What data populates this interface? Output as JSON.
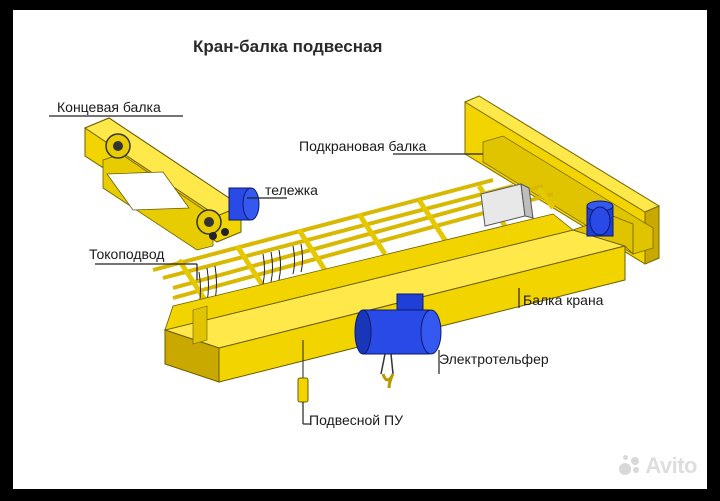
{
  "title": "Кран-балка подвесная",
  "labels": {
    "end_beam": "Концевая балка",
    "runway_beam": "Подкрановая балка",
    "trolley": "тележка",
    "power_supply": "Токоподвод",
    "crane_beam": "Балка крана",
    "electric_hoist": "Электротельфер",
    "pendant_control": "Подвесной ПУ"
  },
  "watermark": {
    "brand": "Avito",
    "icon": "avito-logo"
  },
  "colors": {
    "beam_yellow": "#f2d500",
    "beam_shadow": "#c9a800",
    "motor_blue": "#1f3fd6",
    "leader_line": "#222222",
    "background": "#ffffff",
    "border": "#000000"
  }
}
